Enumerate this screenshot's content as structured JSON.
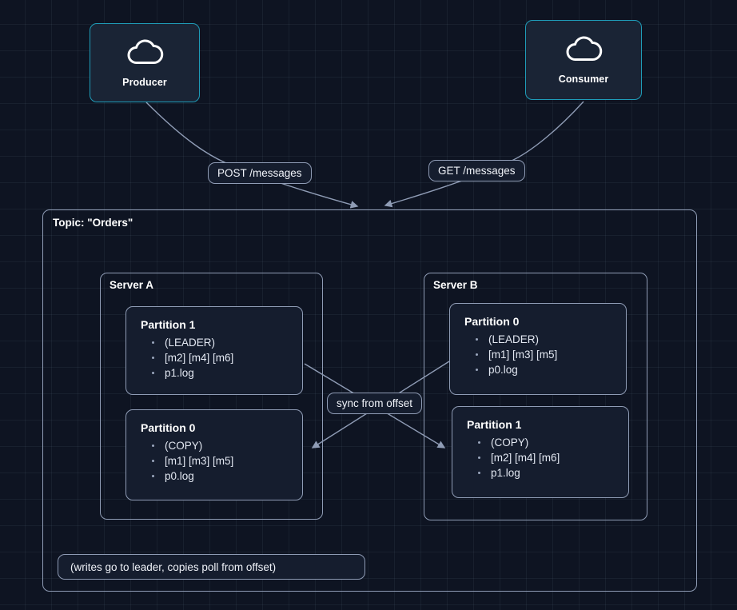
{
  "canvas": {
    "background_color": "#0e1422",
    "grid_color": "#96aacd",
    "accent_color": "#1f9cb8",
    "edge_color": "#8f9cb5",
    "text_color": "#ffffff"
  },
  "endpoints": [
    {
      "id": "producer",
      "label": "Producer",
      "icon": "cloud-icon"
    },
    {
      "id": "consumer",
      "label": "Consumer",
      "icon": "cloud-icon"
    }
  ],
  "edge_labels": {
    "post": "POST /messages",
    "get": "GET /messages",
    "sync": "sync from offset"
  },
  "topic": {
    "title": "Topic: \"Orders\"",
    "note": "(writes go to leader, copies poll from offset)",
    "servers": [
      {
        "id": "server-a",
        "title": "Server A",
        "partitions": [
          {
            "id": "server-a-partition-1",
            "title": "Partition 1",
            "items": [
              "(LEADER)",
              "[m2] [m4] [m6]",
              "p1.log"
            ]
          },
          {
            "id": "server-a-partition-0",
            "title": "Partition 0",
            "items": [
              "(COPY)",
              "[m1] [m3] [m5]",
              "p0.log"
            ]
          }
        ]
      },
      {
        "id": "server-b",
        "title": "Server B",
        "partitions": [
          {
            "id": "server-b-partition-0",
            "title": "Partition 0",
            "items": [
              "(LEADER)",
              "[m1] [m3] [m5]",
              "p0.log"
            ]
          },
          {
            "id": "server-b-partition-1",
            "title": "Partition 1",
            "items": [
              "(COPY)",
              "[m2] [m4] [m6]",
              "p1.log"
            ]
          }
        ]
      }
    ]
  }
}
